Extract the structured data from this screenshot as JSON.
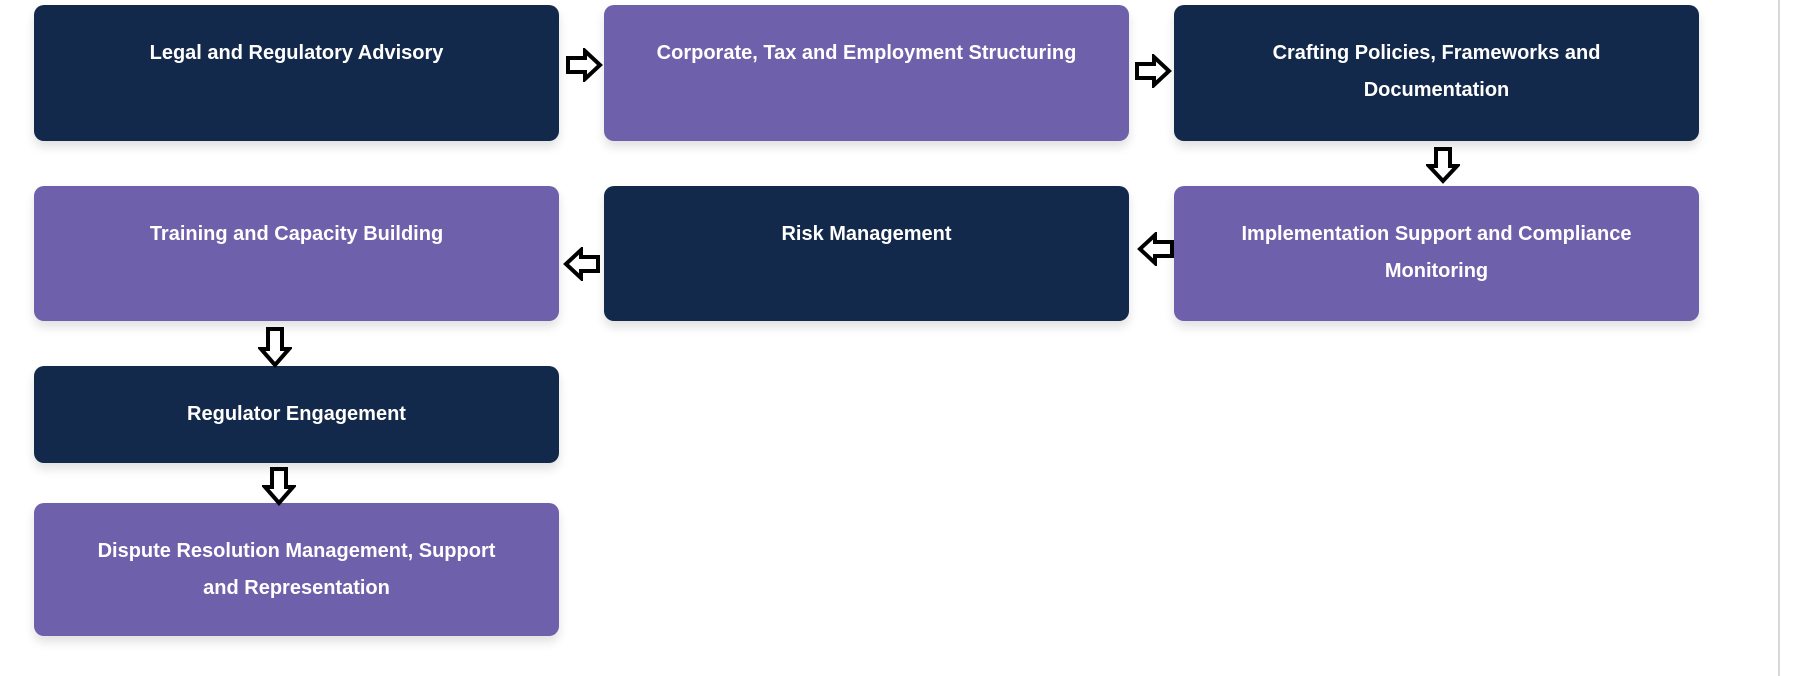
{
  "colors": {
    "navy": "#13294b",
    "purple": "#6e60aa",
    "arrow": "#000000"
  },
  "steps": [
    {
      "label": "Legal and Regulatory Advisory"
    },
    {
      "label": "Corporate, Tax and Employment Structuring"
    },
    {
      "label": "Crafting Policies, Frameworks and Documentation"
    },
    {
      "label": "Implementation Support and Compliance Monitoring"
    },
    {
      "label": "Risk Management"
    },
    {
      "label": "Training and Capacity Building"
    },
    {
      "label": "Regulator Engagement"
    },
    {
      "label": "Dispute Resolution Management, Support and Representation"
    }
  ]
}
